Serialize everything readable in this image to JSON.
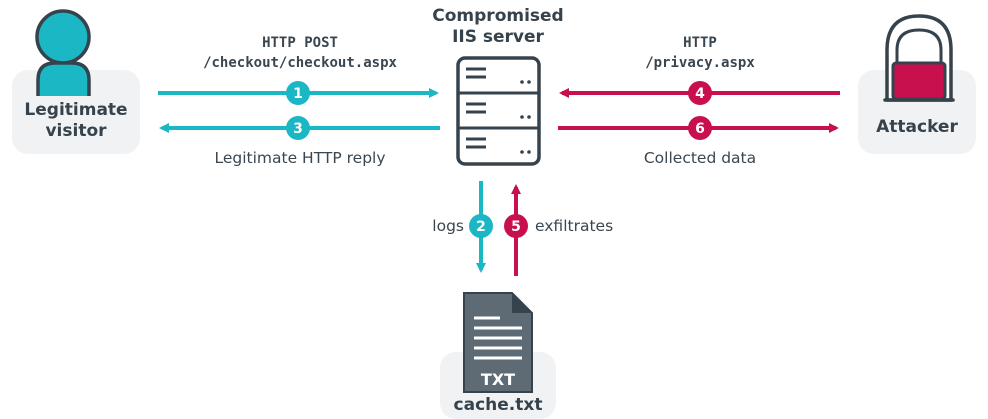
{
  "visitor": {
    "label_line1": "Legitimate",
    "label_line2": "visitor",
    "icon": "person-icon"
  },
  "server": {
    "title_line1": "Compromised",
    "title_line2": "IIS server",
    "icon": "server-icon"
  },
  "attacker": {
    "label": "Attacker",
    "icon": "hooded-hacker-icon"
  },
  "file": {
    "name": "cache.txt",
    "badge": "TXT",
    "icon": "txt-file-icon"
  },
  "request_left": {
    "line1": "HTTP POST",
    "line2": "/checkout/checkout.aspx"
  },
  "request_right": {
    "line1": "HTTP",
    "line2": "/privacy.aspx"
  },
  "reply_left": "Legitimate HTTP reply",
  "reply_right": "Collected data",
  "logs_label": "logs",
  "exfil_label": "exfiltrates",
  "steps": [
    "1",
    "2",
    "3",
    "4",
    "5",
    "6"
  ],
  "colors": {
    "teal": "#1bb7c4",
    "crimson": "#c8104f",
    "dark": "#3a4650",
    "box": "#f1f2f3"
  }
}
